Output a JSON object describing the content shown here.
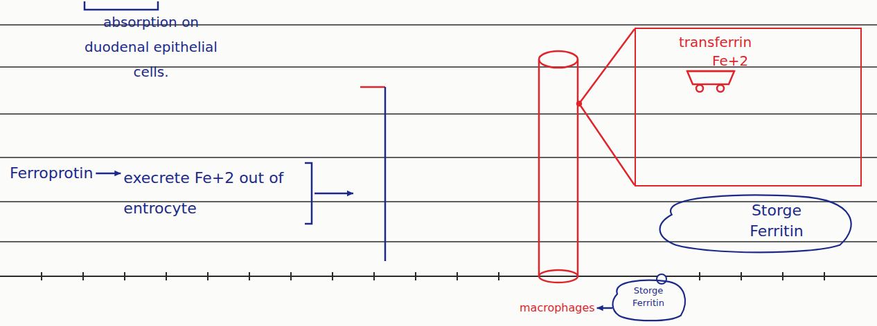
{
  "diagram": {
    "nodes": [
      {
        "text": [
          "transferrin",
          "Fe+2"
        ]
      },
      {
        "text": [
          "Storge Ferritin"
        ]
      },
      {
        "text": [
          "Storge Ferritin"
        ]
      }
    ],
    "labels": [
      "absorption on duodenal epithelial cells.",
      "Ferroprotin",
      "execrete Fe+2 out of entrocyte",
      "macrophages"
    ]
  }
}
